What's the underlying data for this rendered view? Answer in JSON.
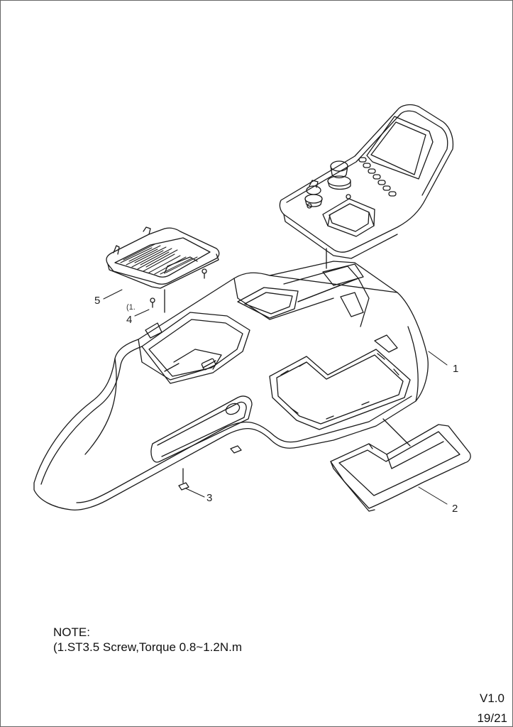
{
  "callouts": {
    "c1": "1",
    "c2": "2",
    "c3": "3",
    "c4": "4",
    "c4_note": "(1.",
    "c5": "5"
  },
  "note": {
    "title": "NOTE:",
    "line1": "(1.ST3.5 Screw,Torque 0.8~1.2N.m"
  },
  "footer": {
    "version": "V1.0",
    "page": "19/21"
  },
  "colors": {
    "line": "#1a1a1a",
    "background": "#ffffff"
  }
}
